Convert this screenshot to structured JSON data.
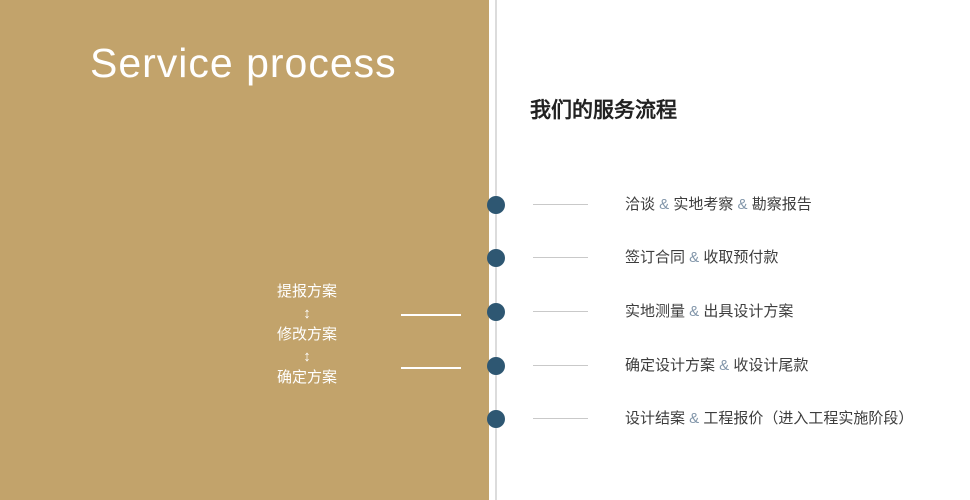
{
  "left": {
    "title": "Service process",
    "flow_labels": [
      "提报方案",
      "修改方案",
      "确定方案"
    ],
    "arrow": "↕"
  },
  "right": {
    "heading": "我们的服务流程",
    "steps": [
      {
        "text": "洽谈 & 实地考察 & 勘察报告"
      },
      {
        "text": "签订合同 & 收取预付款"
      },
      {
        "text": "实地测量 & 出具设计方案"
      },
      {
        "text": "确定设计方案 & 收设计尾款"
      },
      {
        "text": "设计结案 & 工程报价（进入工程实施阶段）"
      }
    ]
  },
  "colors": {
    "gold_panel": "#c2a36b",
    "timeline_dot": "#2e5772",
    "ampersand": "#8195a9",
    "heading_text": "#222222",
    "step_text": "#3d3d3d"
  }
}
